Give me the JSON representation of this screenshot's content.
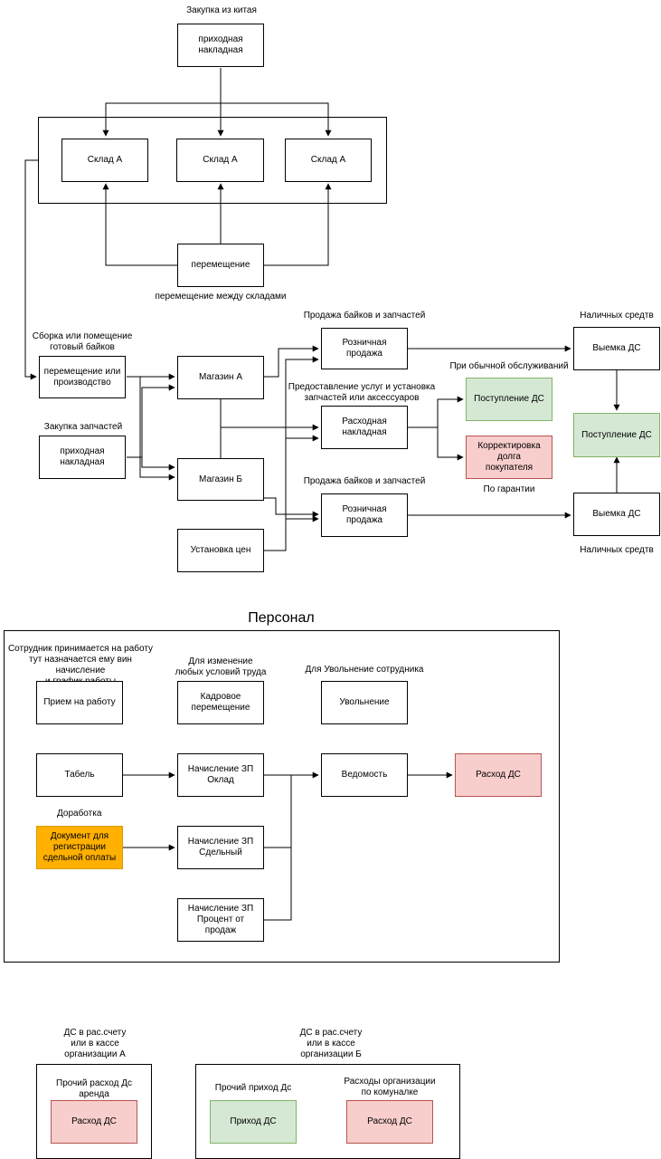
{
  "procurement": {
    "china_label": "Закупка из китая",
    "invoice": "приходная\nнакладная",
    "warehouses": [
      "Склад А",
      "Склад А",
      "Склад А"
    ],
    "transfer": "перемещение",
    "transfer_label": "перемещение между складами"
  },
  "sales": {
    "assembly_label": "Сборка или помещение\nготовый байков",
    "assembly_box": "перемещение или\nпроизводство",
    "parts_label": "Закупка запчастей",
    "parts_invoice": "приходная\nнакладная",
    "store_a": "Магазин А",
    "store_b": "Магазин Б",
    "price": "Установка цен",
    "retail_label_top": "Продажа байков и запчастей",
    "retail_top": "Розничная продажа",
    "services_label": "Предоставление услуг и установка\nзапчастей или аксессуаров",
    "expense_invoice": "Расходная\nнакладная",
    "retail_label_bottom": "Продажа байков и запчастей",
    "retail_bottom": "Розничная продажа",
    "regular_label": "При обычной обслуживаний",
    "income_ds": "Поступление ДС",
    "debt_adjust": "Корректировка долга\nпокупателя",
    "warranty_label": "По гарантии",
    "cash_label_top": "Наличных средтв",
    "withdraw_top": "Выемка ДС",
    "income_ds_right": "Поступление ДС",
    "withdraw_bottom": "Выемка ДС",
    "cash_label_bottom": "Наличных средтв"
  },
  "personnel": {
    "title": "Персонал",
    "hire_label": "Сотрудник принимается на работу\nтут назначается ему вин начисление\nи график работы",
    "hire": "Прием на работу",
    "transfer_label": "Для изменение\nлюбых условий труда",
    "transfer": "Кадровое\nперемещение",
    "dismiss_label": "Для Увольнение сотрудника",
    "dismiss": "Увольнение",
    "timesheet": "Табель",
    "salary_fixed": "Начисление ЗП\nОклад",
    "statement": "Ведомость",
    "expense_ds": "Расход ДС",
    "todo_label": "Доработка",
    "piecework_doc": "Документ для\nрегистрации\nсдельной оплаты",
    "salary_piece": "Начисление ЗП\nСдельный",
    "salary_percent": "Начисление ЗП\nПроцент от продаж"
  },
  "accounts": {
    "org_a_label": "ДС в рас.счету\nили в кассе\nорганизации А",
    "org_a_other_label": "Прочий расход Дс\nаренда",
    "org_a_expense": "Расход ДС",
    "org_b_label": "ДС в рас.счету\nили в кассе\nорганизации Б",
    "org_b_income_label": "Прочий приход Дс",
    "org_b_income": "Приход ДС",
    "org_b_expense_label": "Расходы организации\nпо комуналке",
    "org_b_expense": "Расход ДС"
  },
  "colors": {
    "green_fill": "#d5e8d4",
    "green_stroke": "#82b366",
    "red_fill": "#f8cecc",
    "red_stroke": "#b85450",
    "orange_fill": "#ffb000",
    "orange_stroke": "#d79b00"
  }
}
